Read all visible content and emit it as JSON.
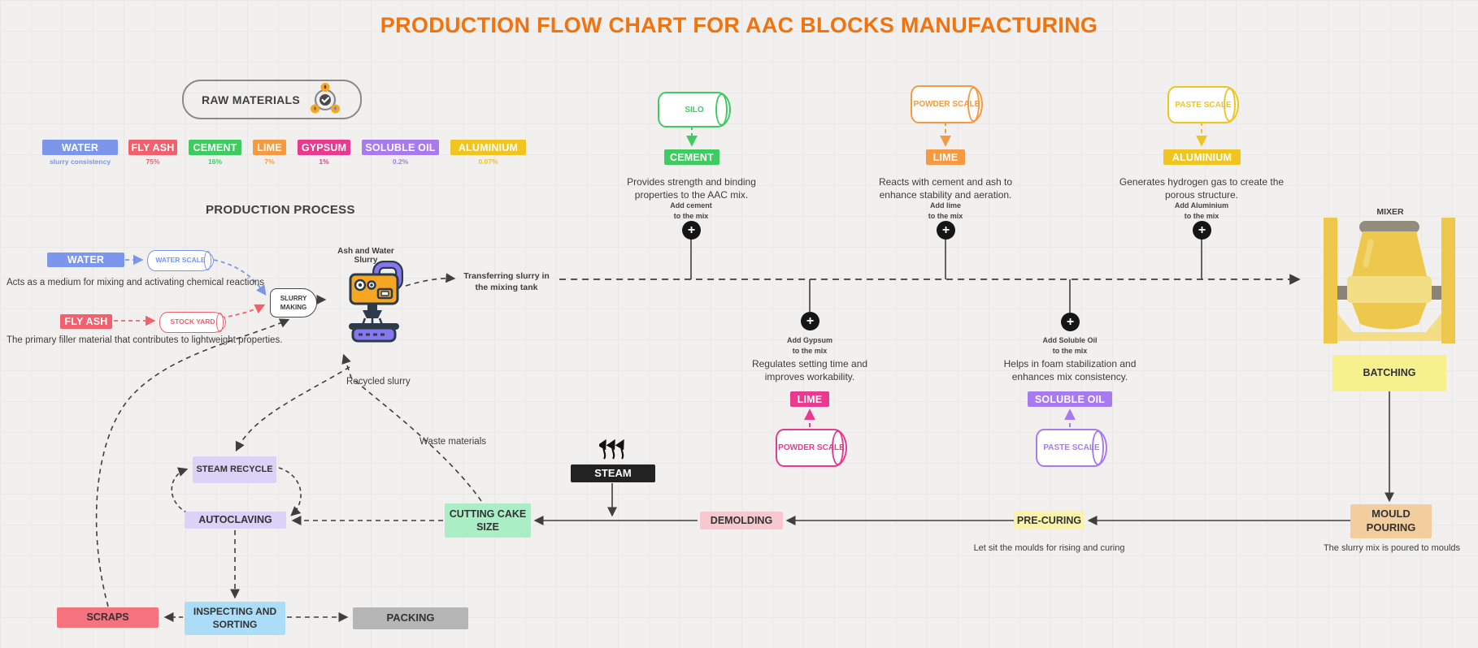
{
  "title": "PRODUCTION FLOW CHART FOR AAC BLOCKS MANUFACTURING",
  "raw_materials": {
    "label": "RAW MATERIALS"
  },
  "legend": {
    "items": [
      {
        "label": "WATER",
        "sub": "slurry consistency",
        "color": "#7b96ea"
      },
      {
        "label": "FLY ASH",
        "sub": "75%",
        "color": "#f2606e"
      },
      {
        "label": "CEMENT",
        "sub": "16%",
        "color": "#3fcb61"
      },
      {
        "label": "LIME",
        "sub": "7%",
        "color": "#f59a42"
      },
      {
        "label": "GYPSUM",
        "sub": "1%",
        "color": "#ea3a90"
      },
      {
        "label": "SOLUBLE OIL",
        "sub": "0.2%",
        "color": "#a87af0"
      },
      {
        "label": "ALUMINIUM",
        "sub": "0.07%",
        "color": "#f0c421"
      }
    ]
  },
  "section_heading": "PRODUCTION PROCESS",
  "water": {
    "chip": "WATER",
    "scale": "WATER SCALE",
    "desc": "Acts as a medium for mixing and activating chemical reactions"
  },
  "fly_ash": {
    "chip": "FLY ASH",
    "scale": "STOCK YARD",
    "desc": "The primary filler material that contributes to lightweight properties."
  },
  "slurry": {
    "node": "SLURRY MAKING",
    "machine_label": "Ash and Water Slurry",
    "transfer_label": "Transferring slurry in the mixing tank",
    "recycled_label": "Recycled slurry",
    "waste_label": "Waste materials"
  },
  "additives": {
    "cement": {
      "scale": "SILO",
      "chip": "CEMENT",
      "desc": "Provides strength and binding properties to the AAC mix.",
      "add1": "Add cement",
      "add2": "to the mix"
    },
    "lime": {
      "scale": "POWDER SCALE",
      "chip": "LIME",
      "desc": "Reacts with cement and ash to enhance stability and aeration.",
      "add1": "Add lime",
      "add2": "to the mix"
    },
    "aluminium": {
      "scale": "PASTE SCALE",
      "chip": "ALUMINIUM",
      "desc": "Generates hydrogen gas to create the porous structure.",
      "add1": "Add Aluminium",
      "add2": "to the mix"
    },
    "gypsum": {
      "scale": "POWDER SCALE",
      "chip": "LIME",
      "desc": "Regulates setting time and improves workability.",
      "add1": "Add Gypsum",
      "add2": "to the mix"
    },
    "soluble_oil": {
      "scale": "PASTE SCALE",
      "chip": "SOLUBLE OIL",
      "desc": "Helps in foam stabilization and enhances mix consistency.",
      "add1": "Add Soluble Oil",
      "add2": "to the mix"
    }
  },
  "mixer": {
    "label": "MIXER"
  },
  "process": {
    "batching": "BATCHING",
    "mould_pouring": "MOULD POURING",
    "mould_pouring_note": "The slurry mix is poured to moulds",
    "pre_curing": "PRE-CURING",
    "pre_curing_note": "Let sit the moulds for rising and curing",
    "demolding": "DEMOLDING",
    "cutting": "CUTTING CAKE SIZE",
    "steam": "STEAM",
    "steam_recycle": "STEAM RECYCLE",
    "autoclaving": "AUTOCLAVING",
    "inspecting": "INSPECTING AND SORTING",
    "scraps": "SCRAPS",
    "packing": "PACKING"
  },
  "glyphs": {
    "plus": "+"
  },
  "colors": {
    "title": "#f1730f",
    "water": "#7b96ea",
    "fly_ash": "#f2606e",
    "cement": "#3fcb61",
    "lime": "#f59a42",
    "gypsum": "#ea3a90",
    "soluble_oil": "#a87af0",
    "aluminium": "#f0c421",
    "batching_bg": "#f6f18c",
    "pre_curing_bg": "#faf3a8",
    "mould_pouring_bg": "#f2cd9e",
    "demolding_bg": "#f7c9cf",
    "cutting_bg": "#a9eec5",
    "steam_bg": "#222222",
    "recycle_bg": "#dcd2f8",
    "inspecting_bg": "#abddf8",
    "scraps_bg": "#f4737f",
    "packing_bg": "#b5b5b5"
  }
}
